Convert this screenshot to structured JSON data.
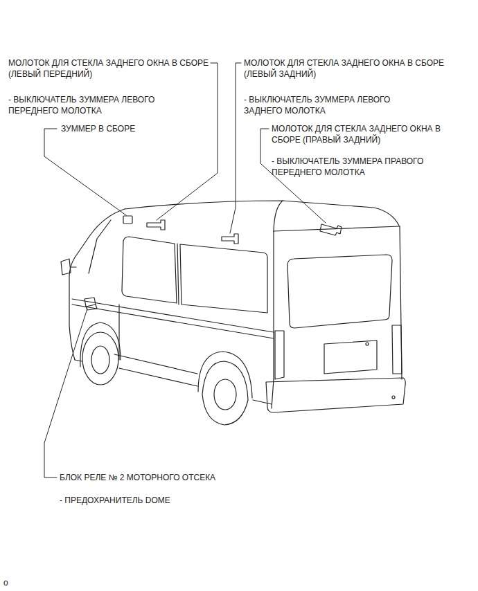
{
  "diagram": {
    "labels": [
      "МОЛОТОК ДЛЯ СТЕКЛА ЗАДНЕГО ОКНА В СБОРЕ (ЛЕВЫЙ ПЕРЕДНИЙ)",
      "- ВЫКЛЮЧАТЕЛЬ ЗУММЕРА ЛЕВОГО ПЕРЕДНЕГО МОЛОТКА",
      "ЗУММЕР В СБОРЕ",
      "МОЛОТОК ДЛЯ СТЕКЛА ЗАДНЕГО ОКНА В СБОРЕ (ЛЕВЫЙ ЗАДНИЙ)",
      "- ВЫКЛЮЧАТЕЛЬ ЗУММЕРА ЛЕВОГО ЗАДНЕГО МОЛОТКА",
      "МОЛОТОК ДЛЯ СТЕКЛА ЗАДНЕГО ОКНА В СБОРЕ (ПРАВЫЙ ЗАДНИЙ)",
      "- ВЫКЛЮЧАТЕЛЬ ЗУММЕРА ПРАВОГО ПЕРЕДНЕГО МОЛОТКА",
      "БЛОК РЕЛЕ № 2 МОТОРНОГО ОТСЕКА",
      "- ПРЕДОХРАНИТЕЛЬ DOME",
      "o"
    ]
  }
}
